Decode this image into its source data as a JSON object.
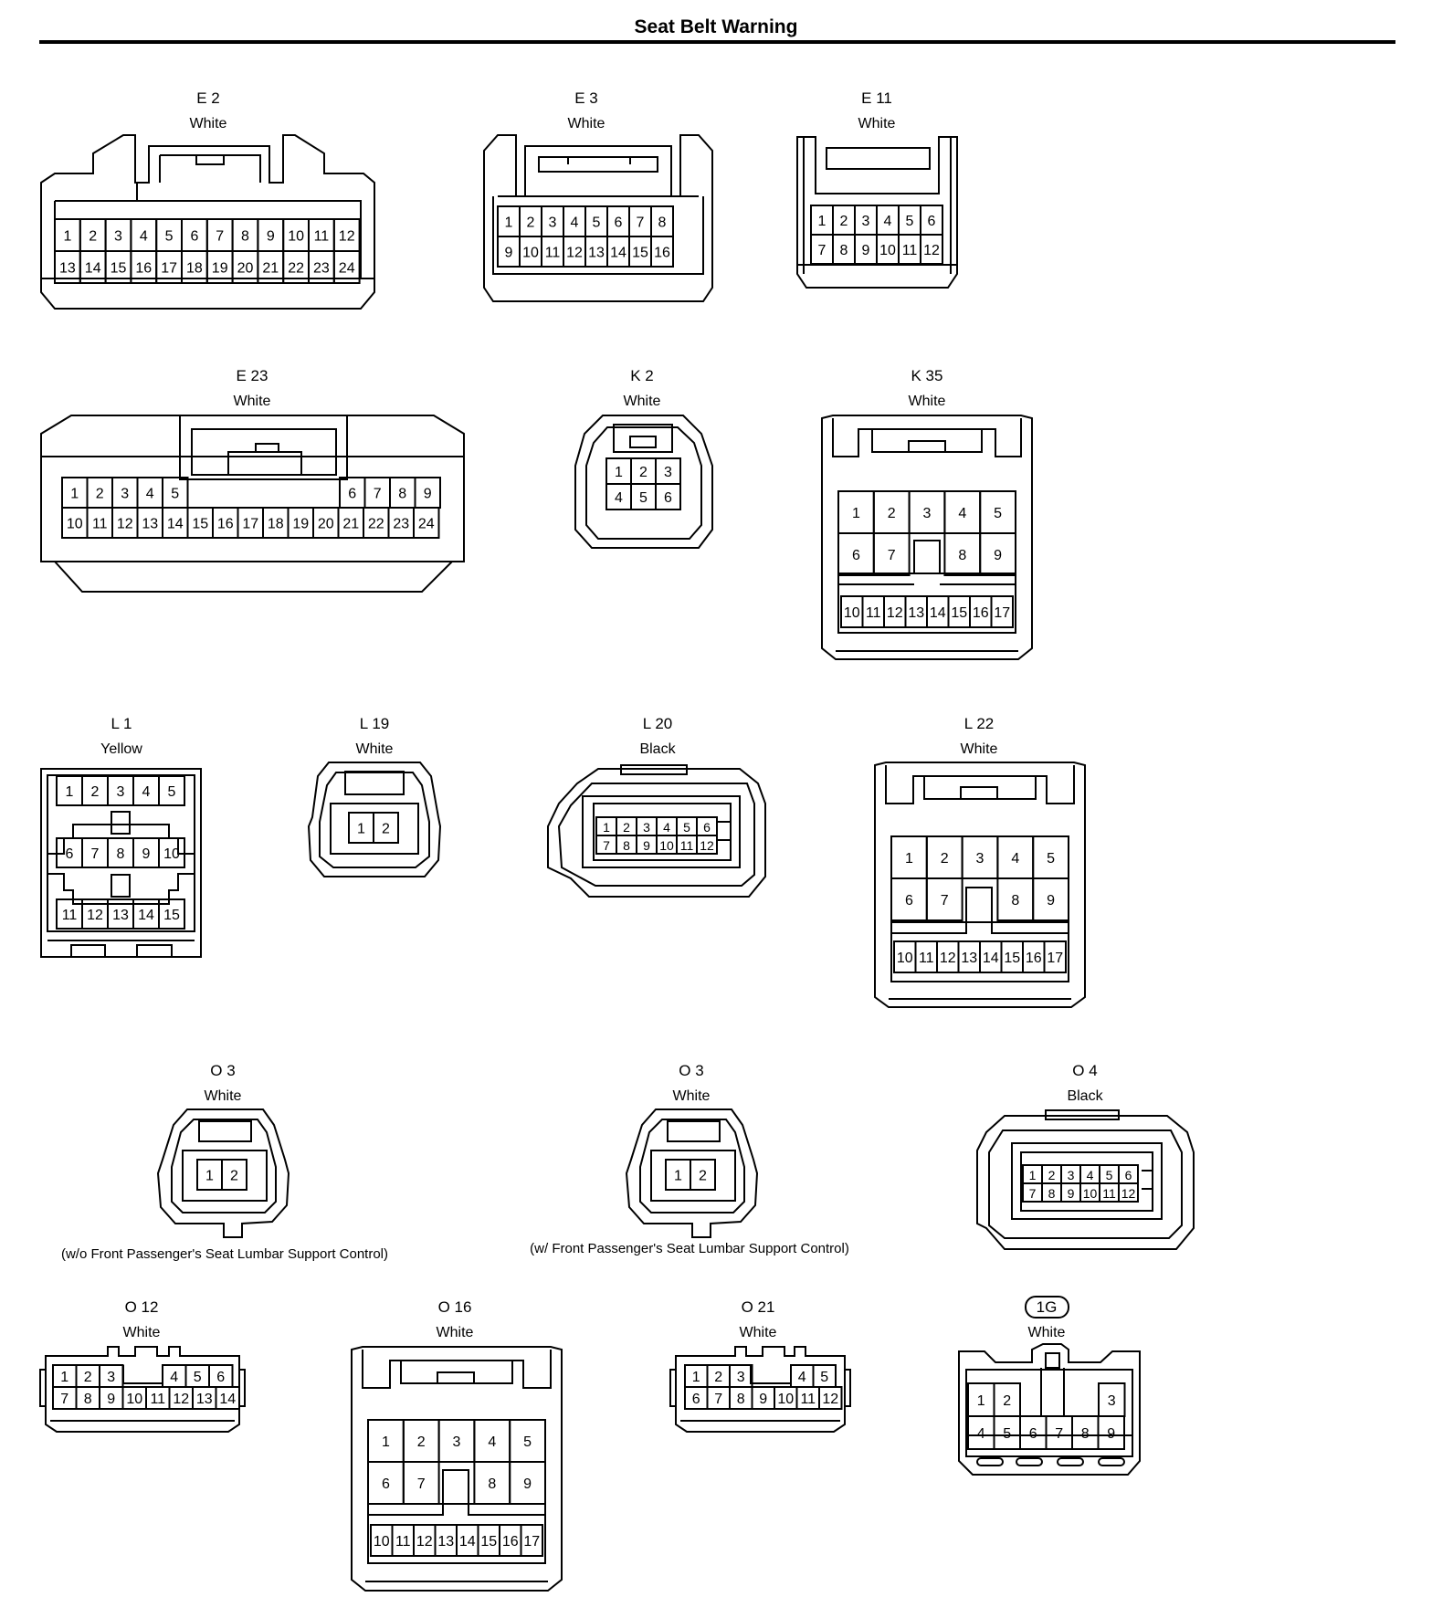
{
  "title": "Seat Belt Warning",
  "connectors": [
    {
      "key": "e2",
      "id": "E 2",
      "color": "White",
      "pins": [
        "1",
        "2",
        "3",
        "4",
        "5",
        "6",
        "7",
        "8",
        "9",
        "10",
        "11",
        "12",
        "13",
        "14",
        "15",
        "16",
        "17",
        "18",
        "19",
        "20",
        "21",
        "22",
        "23",
        "24"
      ]
    },
    {
      "key": "e3",
      "id": "E 3",
      "color": "White",
      "pins": [
        "1",
        "2",
        "3",
        "4",
        "5",
        "6",
        "7",
        "8",
        "9",
        "10",
        "11",
        "12",
        "13",
        "14",
        "15",
        "16"
      ]
    },
    {
      "key": "e11",
      "id": "E 11",
      "color": "White",
      "pins": [
        "1",
        "2",
        "3",
        "4",
        "5",
        "6",
        "7",
        "8",
        "9",
        "10",
        "11",
        "12"
      ]
    },
    {
      "key": "e23",
      "id": "E 23",
      "color": "White",
      "pins": [
        "1",
        "2",
        "3",
        "4",
        "5",
        "6",
        "7",
        "8",
        "9",
        "10",
        "11",
        "12",
        "13",
        "14",
        "15",
        "16",
        "17",
        "18",
        "19",
        "20",
        "21",
        "22",
        "23",
        "24"
      ]
    },
    {
      "key": "k2",
      "id": "K 2",
      "color": "White",
      "pins": [
        "1",
        "2",
        "3",
        "4",
        "5",
        "6"
      ]
    },
    {
      "key": "k35",
      "id": "K 35",
      "color": "White",
      "pins": [
        "1",
        "2",
        "3",
        "4",
        "5",
        "6",
        "7",
        "8",
        "9",
        "10",
        "11",
        "12",
        "13",
        "14",
        "15",
        "16",
        "17"
      ]
    },
    {
      "key": "l1",
      "id": "L 1",
      "color": "Yellow",
      "pins": [
        "1",
        "2",
        "3",
        "4",
        "5",
        "6",
        "7",
        "8",
        "9",
        "10",
        "11",
        "12",
        "13",
        "14",
        "15"
      ]
    },
    {
      "key": "l19",
      "id": "L 19",
      "color": "White",
      "pins": [
        "1",
        "2"
      ]
    },
    {
      "key": "l20",
      "id": "L 20",
      "color": "Black",
      "pins": [
        "1",
        "2",
        "3",
        "4",
        "5",
        "6",
        "7",
        "8",
        "9",
        "10",
        "11",
        "12"
      ]
    },
    {
      "key": "l22",
      "id": "L 22",
      "color": "White",
      "pins": [
        "1",
        "2",
        "3",
        "4",
        "5",
        "6",
        "7",
        "8",
        "9",
        "10",
        "11",
        "12",
        "13",
        "14",
        "15",
        "16",
        "17"
      ]
    },
    {
      "key": "o3a",
      "id": "O 3",
      "color": "White",
      "pins": [
        "1",
        "2"
      ],
      "note": "(w/o Front Passenger's Seat Lumbar Support Control)"
    },
    {
      "key": "o3b",
      "id": "O 3",
      "color": "White",
      "pins": [
        "1",
        "2"
      ],
      "note": "(w/ Front Passenger's Seat Lumbar Support Control)"
    },
    {
      "key": "o4",
      "id": "O 4",
      "color": "Black",
      "pins": [
        "1",
        "2",
        "3",
        "4",
        "5",
        "6",
        "7",
        "8",
        "9",
        "10",
        "11",
        "12"
      ]
    },
    {
      "key": "o12",
      "id": "O 12",
      "color": "White",
      "pins": [
        "1",
        "2",
        "3",
        "4",
        "5",
        "6",
        "7",
        "8",
        "9",
        "10",
        "11",
        "12",
        "13",
        "14"
      ]
    },
    {
      "key": "o16",
      "id": "O 16",
      "color": "White",
      "pins": [
        "1",
        "2",
        "3",
        "4",
        "5",
        "6",
        "7",
        "8",
        "9",
        "10",
        "11",
        "12",
        "13",
        "14",
        "15",
        "16",
        "17"
      ]
    },
    {
      "key": "o21",
      "id": "O 21",
      "color": "White",
      "pins": [
        "1",
        "2",
        "3",
        "4",
        "5",
        "6",
        "7",
        "8",
        "9",
        "10",
        "11",
        "12"
      ]
    },
    {
      "key": "g1",
      "id": "1G",
      "color": "White",
      "pins": [
        "1",
        "2",
        "3",
        "4",
        "5",
        "6",
        "7",
        "8",
        "9"
      ]
    }
  ]
}
